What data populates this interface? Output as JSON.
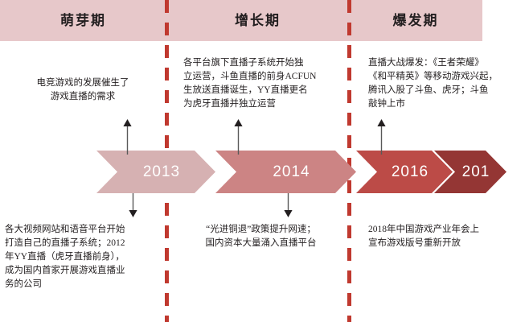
{
  "phases": [
    {
      "label": "萌芽期"
    },
    {
      "label": "增长期"
    },
    {
      "label": "爆发期"
    }
  ],
  "timeline": {
    "milestones": [
      {
        "year": "2013",
        "color": "#d6b1b2"
      },
      {
        "year": "2014",
        "color": "#cc8484"
      },
      {
        "year": "2016",
        "color": "#bc4b47"
      },
      {
        "year": "201",
        "color": "#943634"
      }
    ]
  },
  "notes": {
    "above": [
      {
        "text": "电竞游戏的发展催生了\n游戏直播的需求"
      },
      {
        "text": "各平台旗下直播子系统开始独\n立运营，斗鱼直播的前身ACFUN\n生放送直播诞生，YY直播更名\n为虎牙直播并独立运营"
      },
      {
        "text": "直播大战爆发：《王者荣耀》\n《和平精英》等移动游戏兴起，\n腾讯入股了斗鱼、虎牙；斗鱼\n敲钟上市"
      }
    ],
    "below": [
      {
        "text": "各大视频网站和语音平台开始\n打造自己的直播子系统；2012\n年YY直播（虎牙直播前身），\n成为国内首家开展游戏直播业\n务的公司"
      },
      {
        "text": "“光进铜退”政策提升网速；\n国内资本大量涌入直播平台"
      },
      {
        "text": "2018年中国游戏产业年会上\n宣布游戏版号重新开放"
      }
    ]
  },
  "colors": {
    "band": "#e7c8ca",
    "divider": "#c0392f",
    "connector": "#595959",
    "text": "#231f20"
  }
}
